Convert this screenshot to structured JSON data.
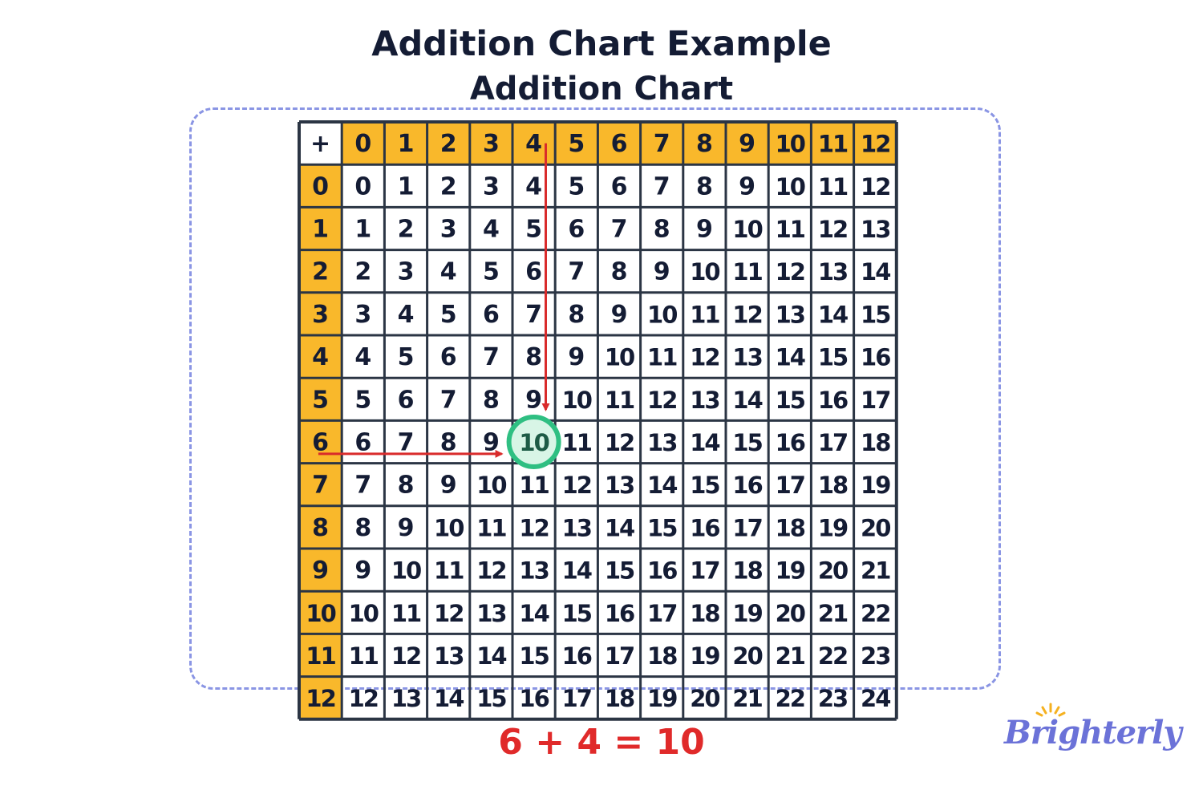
{
  "title": "Addition Chart Example",
  "subtitle": "Addition Chart",
  "chart_data": {
    "type": "table",
    "corner": "+",
    "column_headers": [
      "0",
      "1",
      "2",
      "3",
      "4",
      "5",
      "6",
      "7",
      "8",
      "9",
      "10",
      "11",
      "12"
    ],
    "row_headers": [
      "0",
      "1",
      "2",
      "3",
      "4",
      "5",
      "6",
      "7",
      "8",
      "9",
      "10",
      "11",
      "12"
    ],
    "rows": [
      [
        "0",
        "1",
        "2",
        "3",
        "4",
        "5",
        "6",
        "7",
        "8",
        "9",
        "10",
        "11",
        "12"
      ],
      [
        "1",
        "2",
        "3",
        "4",
        "5",
        "6",
        "7",
        "8",
        "9",
        "10",
        "11",
        "12",
        "13"
      ],
      [
        "2",
        "3",
        "4",
        "5",
        "6",
        "7",
        "8",
        "9",
        "10",
        "11",
        "12",
        "13",
        "14"
      ],
      [
        "3",
        "4",
        "5",
        "6",
        "7",
        "8",
        "9",
        "10",
        "11",
        "12",
        "13",
        "14",
        "15"
      ],
      [
        "4",
        "5",
        "6",
        "7",
        "8",
        "9",
        "10",
        "11",
        "12",
        "13",
        "14",
        "15",
        "16"
      ],
      [
        "5",
        "6",
        "7",
        "8",
        "9",
        "10",
        "11",
        "12",
        "13",
        "14",
        "15",
        "16",
        "17"
      ],
      [
        "6",
        "7",
        "8",
        "9",
        "10",
        "11",
        "12",
        "13",
        "14",
        "15",
        "16",
        "17",
        "18"
      ],
      [
        "7",
        "8",
        "9",
        "10",
        "11",
        "12",
        "13",
        "14",
        "15",
        "16",
        "17",
        "18",
        "19"
      ],
      [
        "8",
        "9",
        "10",
        "11",
        "12",
        "13",
        "14",
        "15",
        "16",
        "17",
        "18",
        "19",
        "20"
      ],
      [
        "9",
        "10",
        "11",
        "12",
        "13",
        "14",
        "15",
        "16",
        "17",
        "18",
        "19",
        "20",
        "21"
      ],
      [
        "10",
        "11",
        "12",
        "13",
        "14",
        "15",
        "16",
        "17",
        "18",
        "19",
        "20",
        "21",
        "22"
      ],
      [
        "11",
        "12",
        "13",
        "14",
        "15",
        "16",
        "17",
        "18",
        "19",
        "20",
        "21",
        "22",
        "23"
      ],
      [
        "12",
        "13",
        "14",
        "15",
        "16",
        "17",
        "18",
        "19",
        "20",
        "21",
        "22",
        "23",
        "24"
      ]
    ],
    "highlight": {
      "row": 6,
      "column": 4,
      "value": "10"
    }
  },
  "equation": "6 + 4 = 10",
  "logo": "Brighterly",
  "colors": {
    "header_fill": "#f9b82b",
    "grid": "#2b3544",
    "text": "#141c34",
    "arrow": "#d92b2b",
    "highlight_ring": "#2fbf82",
    "highlight_fill": "#d8f5e6",
    "dashed_frame": "#8a95e4",
    "equation": "#e02a2a",
    "logo": "#6b72d8"
  }
}
